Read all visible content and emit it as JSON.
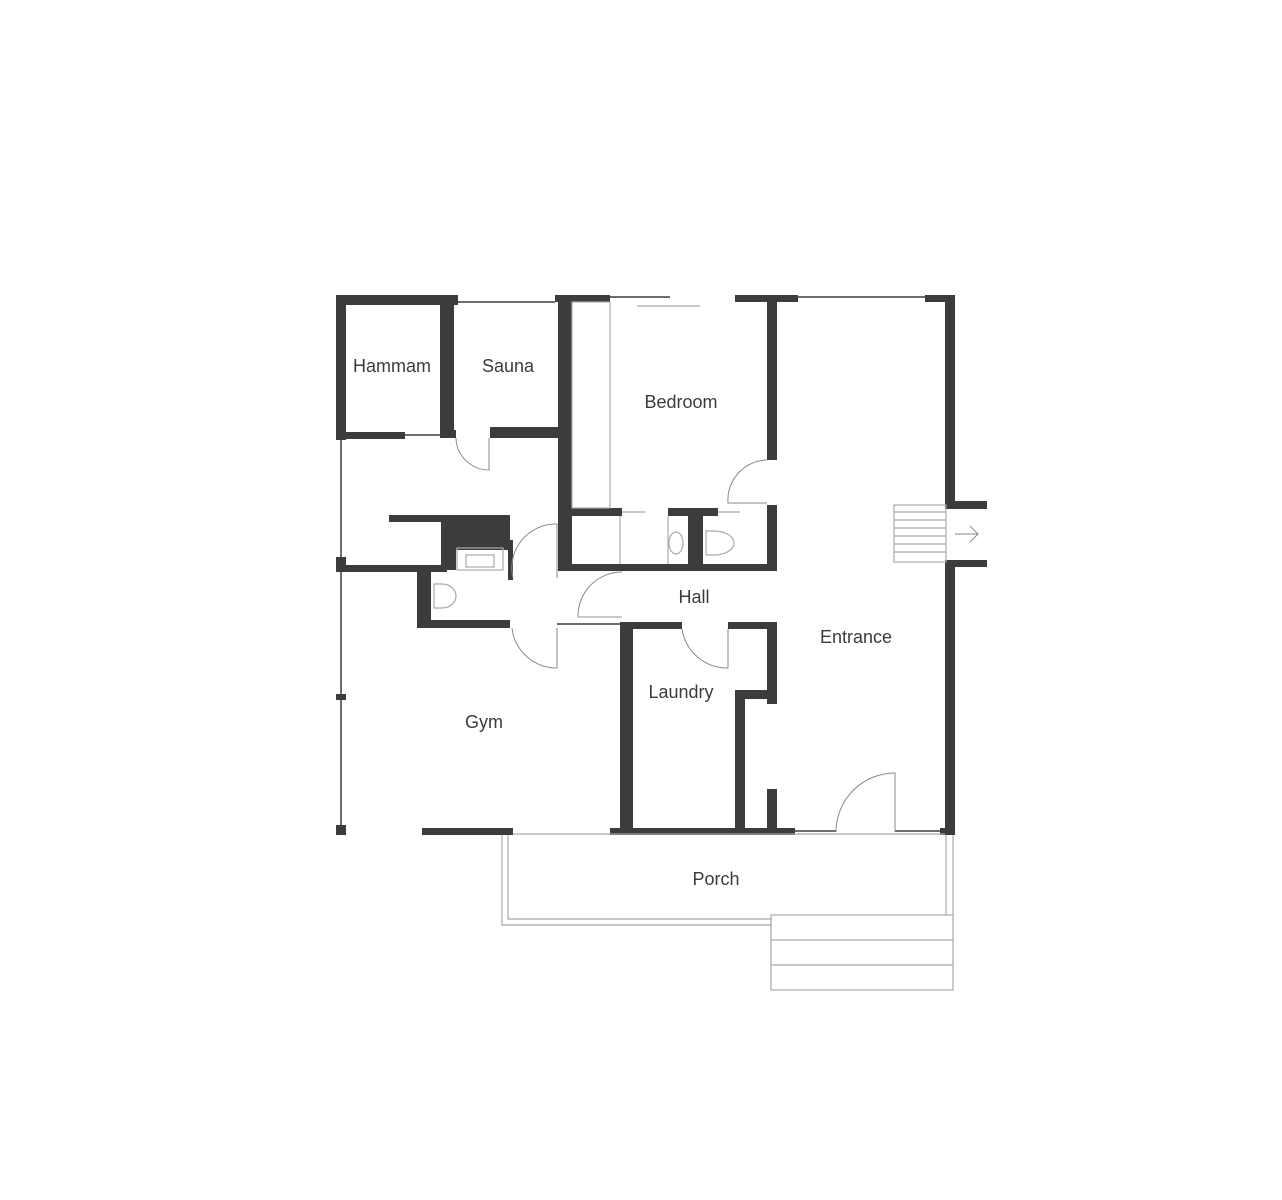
{
  "floor_plan": {
    "rooms": {
      "hammam": "Hammam",
      "sauna": "Sauna",
      "bedroom": "Bedroom",
      "hall": "Hall",
      "entrance": "Entrance",
      "laundry": "Laundry",
      "gym": "Gym",
      "porch": "Porch"
    },
    "wall_color": "#3b3d3b"
  }
}
